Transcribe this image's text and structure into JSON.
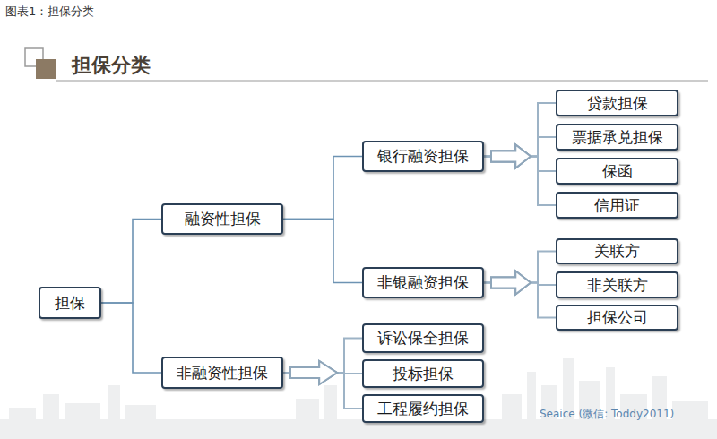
{
  "diagram": {
    "title": "担保分类",
    "caption": "图表1：担保分类",
    "nodes": [
      {
        "text": [
          "担保"
        ]
      },
      {
        "text": [
          "融资性担保"
        ]
      },
      {
        "text": [
          "银行融资担保"
        ]
      },
      {
        "text": [
          "贷款担保"
        ]
      },
      {
        "text": [
          "票据承兑担保"
        ]
      },
      {
        "text": [
          "保函"
        ]
      },
      {
        "text": [
          "信用证"
        ]
      },
      {
        "text": [
          "非银融资担保"
        ]
      },
      {
        "text": [
          "关联方"
        ]
      },
      {
        "text": [
          "非关联方"
        ]
      },
      {
        "text": [
          "担保公司"
        ]
      },
      {
        "text": [
          "非融资性担保"
        ]
      },
      {
        "text": [
          "诉讼保全担保"
        ]
      },
      {
        "text": [
          "投标担保"
        ]
      },
      {
        "text": [
          "工程履约担保"
        ]
      }
    ],
    "edges": [
      {
        "from": 0,
        "to": 1,
        "arrow": "none"
      },
      {
        "from": 0,
        "to": 11,
        "arrow": "none"
      },
      {
        "from": 1,
        "to": 2,
        "arrow": "none"
      },
      {
        "from": 1,
        "to": 7,
        "arrow": "none"
      },
      {
        "from": 2,
        "to": 3,
        "arrow": "to"
      },
      {
        "from": 2,
        "to": 4,
        "arrow": "to"
      },
      {
        "from": 2,
        "to": 5,
        "arrow": "to"
      },
      {
        "from": 2,
        "to": 6,
        "arrow": "to"
      },
      {
        "from": 7,
        "to": 8,
        "arrow": "to"
      },
      {
        "from": 7,
        "to": 9,
        "arrow": "to"
      },
      {
        "from": 7,
        "to": 10,
        "arrow": "to"
      },
      {
        "from": 11,
        "to": 12,
        "arrow": "to"
      },
      {
        "from": 11,
        "to": 13,
        "arrow": "to"
      },
      {
        "from": 11,
        "to": 14,
        "arrow": "to"
      }
    ],
    "labels": [
      "Seaice (微信: Toddy2011)"
    ]
  }
}
